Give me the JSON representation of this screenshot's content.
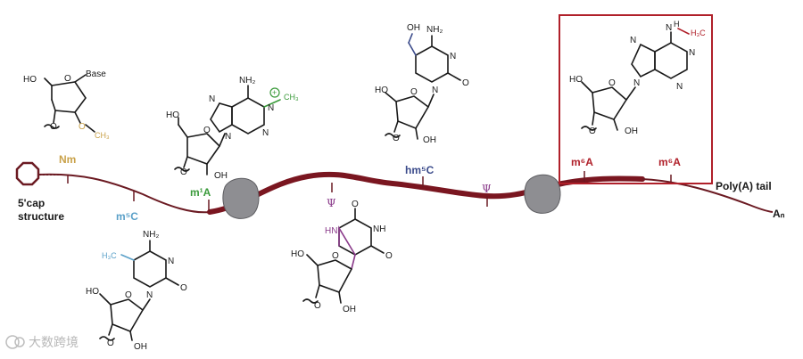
{
  "colors": {
    "rna_thin": "#6b1a22",
    "rna_thick": "#7a1620",
    "nm": "#c9a24a",
    "m5c": "#5aa0c8",
    "m1a": "#3a9a3a",
    "psi": "#8a3a8a",
    "hm5c": "#3a4a8a",
    "m6a": "#b0202a",
    "ribosome": "#8e8e92",
    "box": "#b0202a"
  },
  "labels": {
    "cap_line1": "5'cap",
    "cap_line2": "structure",
    "nm": "Nm",
    "m5c": "m⁵C",
    "m1a": "m¹A",
    "psi_1": "Ψ",
    "hm5c": "hm⁵C",
    "psi_2": "Ψ",
    "m6a_1": "m⁶A",
    "m6a_2": "m⁶A",
    "polya": "Poly(A) tail",
    "an": "Aₙ"
  },
  "structures": {
    "nm_struct": {
      "ho": "HO",
      "base": "Base",
      "o_ring": "O",
      "o_31": "O",
      "o_me": "O",
      "ch3": "CH₃"
    },
    "m1a_struct": {
      "nh2": "NH₂",
      "n1": "N",
      "ch3": "CH₃",
      "plus": "+",
      "n3": "N",
      "n7": "N",
      "n9": "N",
      "ho": "HO",
      "o_ring": "O",
      "o3": "O",
      "oh": "OH"
    },
    "hm5c_struct": {
      "oh_top": "OH",
      "nh2": "NH₂",
      "n3": "N",
      "n1": "N",
      "o2": "O",
      "ho": "HO",
      "o_ring": "O",
      "o3": "O",
      "oh": "OH"
    },
    "m6a_struct": {
      "nh": "N",
      "h": "H",
      "h3c": "H₃C",
      "n7": "N",
      "n1": "N",
      "n3": "N",
      "n9": "N",
      "ho": "HO",
      "o_ring": "O",
      "o3": "O",
      "oh": "OH"
    },
    "m5c_struct": {
      "nh2": "NH₂",
      "h3c": "H₃C",
      "n3": "N",
      "n1": "N",
      "o2": "O",
      "ho": "HO",
      "o_ring": "O",
      "o3": "O",
      "oh": "OH"
    },
    "psi_struct": {
      "o_top": "O",
      "hn": "HN",
      "nh": "NH",
      "o_right": "O",
      "ho": "HO",
      "o_ring": "O",
      "o3": "O",
      "oh": "OH"
    }
  },
  "watermark": "大数跨境"
}
